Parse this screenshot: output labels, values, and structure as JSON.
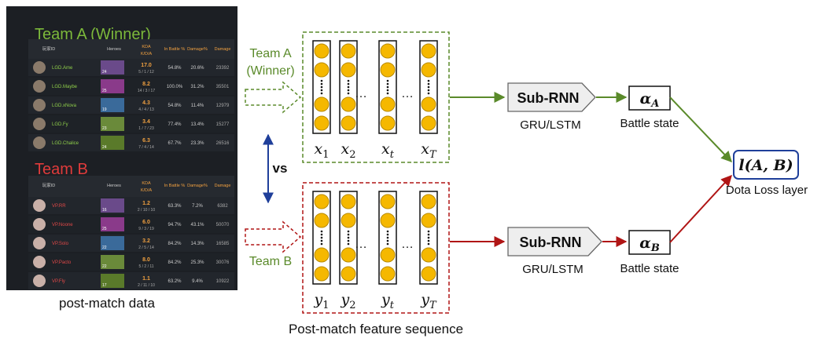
{
  "screenshot": {
    "team_a_title": "Team A (Winner)",
    "team_b_title": "Team B",
    "headers": [
      "玩家ID",
      "Heroes",
      "KDA\nK/D/A",
      "In Battle %",
      "Damage%",
      "Damage"
    ],
    "team_a_rows": [
      {
        "player": "LGD.Ame",
        "kda": "17.0",
        "kda_detail": "5 / 1 / 12",
        "battle": "54.8%",
        "dmg_pct": "20.6%",
        "damage": "23392",
        "hero_level": "24"
      },
      {
        "player": "LGD.Maybe",
        "kda": "8.2",
        "kda_detail": "14 / 3 / 17",
        "battle": "100.0%",
        "dmg_pct": "31.2%",
        "damage": "35501",
        "hero_level": "25"
      },
      {
        "player": "LGD.xNova",
        "kda": "4.3",
        "kda_detail": "4 / 4 / 13",
        "battle": "54.8%",
        "dmg_pct": "11.4%",
        "damage": "12979",
        "hero_level": "19"
      },
      {
        "player": "LGD.Fy",
        "kda": "3.4",
        "kda_detail": "1 / 7 / 23",
        "battle": "77.4%",
        "dmg_pct": "13.4%",
        "damage": "15277",
        "hero_level": "23"
      },
      {
        "player": "LGD.Chalice",
        "kda": "6.3",
        "kda_detail": "7 / 4 / 14",
        "battle": "67.7%",
        "dmg_pct": "23.3%",
        "damage": "26516",
        "hero_level": "24"
      }
    ],
    "team_b_rows": [
      {
        "player": "VP.RR",
        "kda": "1.2",
        "kda_detail": "2 / 10 / 10",
        "battle": "63.3%",
        "dmg_pct": "7.2%",
        "damage": "6382",
        "hero_level": "16"
      },
      {
        "player": "VP.Noone",
        "kda": "6.0",
        "kda_detail": "9 / 3 / 19",
        "battle": "94.7%",
        "dmg_pct": "43.1%",
        "damage": "50070",
        "hero_level": "25"
      },
      {
        "player": "VP.Solo",
        "kda": "3.2",
        "kda_detail": "2 / 5 / 14",
        "battle": "84.2%",
        "dmg_pct": "14.3%",
        "damage": "16585",
        "hero_level": "22"
      },
      {
        "player": "VP.Pacto",
        "kda": "8.0",
        "kda_detail": "5 / 2 / 11",
        "battle": "84.2%",
        "dmg_pct": "25.3%",
        "damage": "30076",
        "hero_level": "22"
      },
      {
        "player": "VP.Fly",
        "kda": "1.1",
        "kda_detail": "2 / 11 / 10",
        "battle": "63.2%",
        "dmg_pct": "9.4%",
        "damage": "10922",
        "hero_level": "17"
      }
    ]
  },
  "labels": {
    "post_match_data": "post-match data",
    "team_a_arrow_line1": "Team A",
    "team_a_arrow_line2": "(Winner)",
    "team_b_arrow": "Team B",
    "vs": "vs",
    "ellipsis": "…",
    "feature_sequence": "Post-match feature sequence",
    "subrnn": "Sub-RNN",
    "gru": "GRU/LSTM",
    "battle_state": "Battle state",
    "alpha_a": "α",
    "alpha_a_sub": "A",
    "alpha_b": "α",
    "alpha_b_sub": "B",
    "loss_main": "l(A, B)",
    "loss_label": "Dota Loss layer",
    "x_vars": [
      {
        "base": "x",
        "sub": "1"
      },
      {
        "base": "x",
        "sub": "2"
      },
      {
        "base": "x",
        "sub": "t"
      },
      {
        "base": "x",
        "sub": "T"
      }
    ],
    "y_vars": [
      {
        "base": "y",
        "sub": "1"
      },
      {
        "base": "y",
        "sub": "2"
      },
      {
        "base": "y",
        "sub": "t"
      },
      {
        "base": "y",
        "sub": "T"
      }
    ]
  },
  "colors": {
    "team_a": "#5a8a2a",
    "team_b": "#b01515",
    "vs_arrow": "#1f3f9a",
    "node_fill": "#f5b800",
    "loss_border": "#1f3f9a",
    "screenshot_bg": "#1c1f24",
    "title_a": "#7cb93b",
    "title_b": "#e03b3b"
  }
}
